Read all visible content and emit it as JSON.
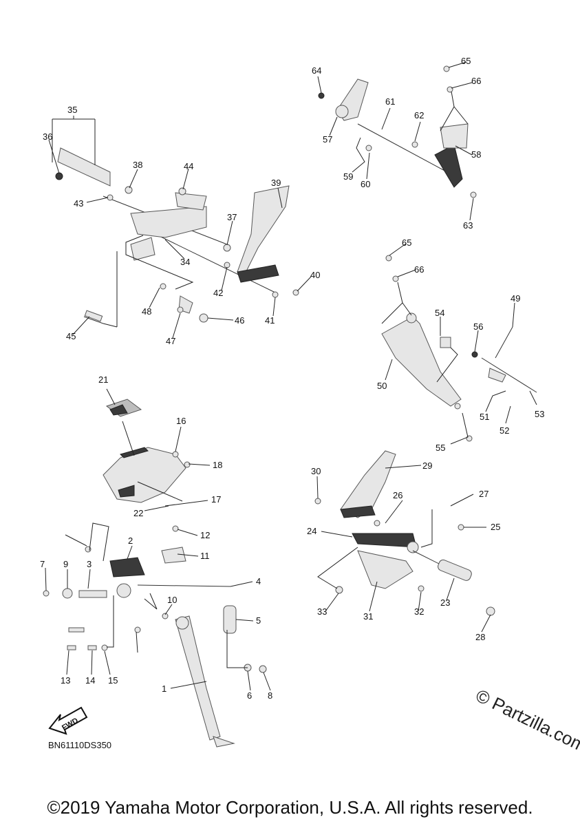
{
  "diagram": {
    "part_numbers": [
      "1",
      "2",
      "3",
      "4",
      "5",
      "6",
      "7",
      "8",
      "9",
      "10",
      "11",
      "12",
      "13",
      "14",
      "15",
      "16",
      "17",
      "18",
      "21",
      "22",
      "23",
      "24",
      "25",
      "26",
      "27",
      "28",
      "29",
      "30",
      "31",
      "32",
      "33",
      "34",
      "35",
      "36",
      "37",
      "38",
      "39",
      "40",
      "41",
      "42",
      "43",
      "44",
      "45",
      "46",
      "47",
      "48",
      "49",
      "50",
      "51",
      "52",
      "53",
      "54",
      "55",
      "56",
      "57",
      "58",
      "59",
      "60",
      "61",
      "62",
      "63",
      "64",
      "65",
      "66"
    ],
    "diagram_code": "BN61110DS350",
    "fwd_label": "FWD"
  },
  "watermark": "© Partzilla.com",
  "footer": "©2019 Yamaha Motor Corporation, U.S.A. All rights reserved."
}
